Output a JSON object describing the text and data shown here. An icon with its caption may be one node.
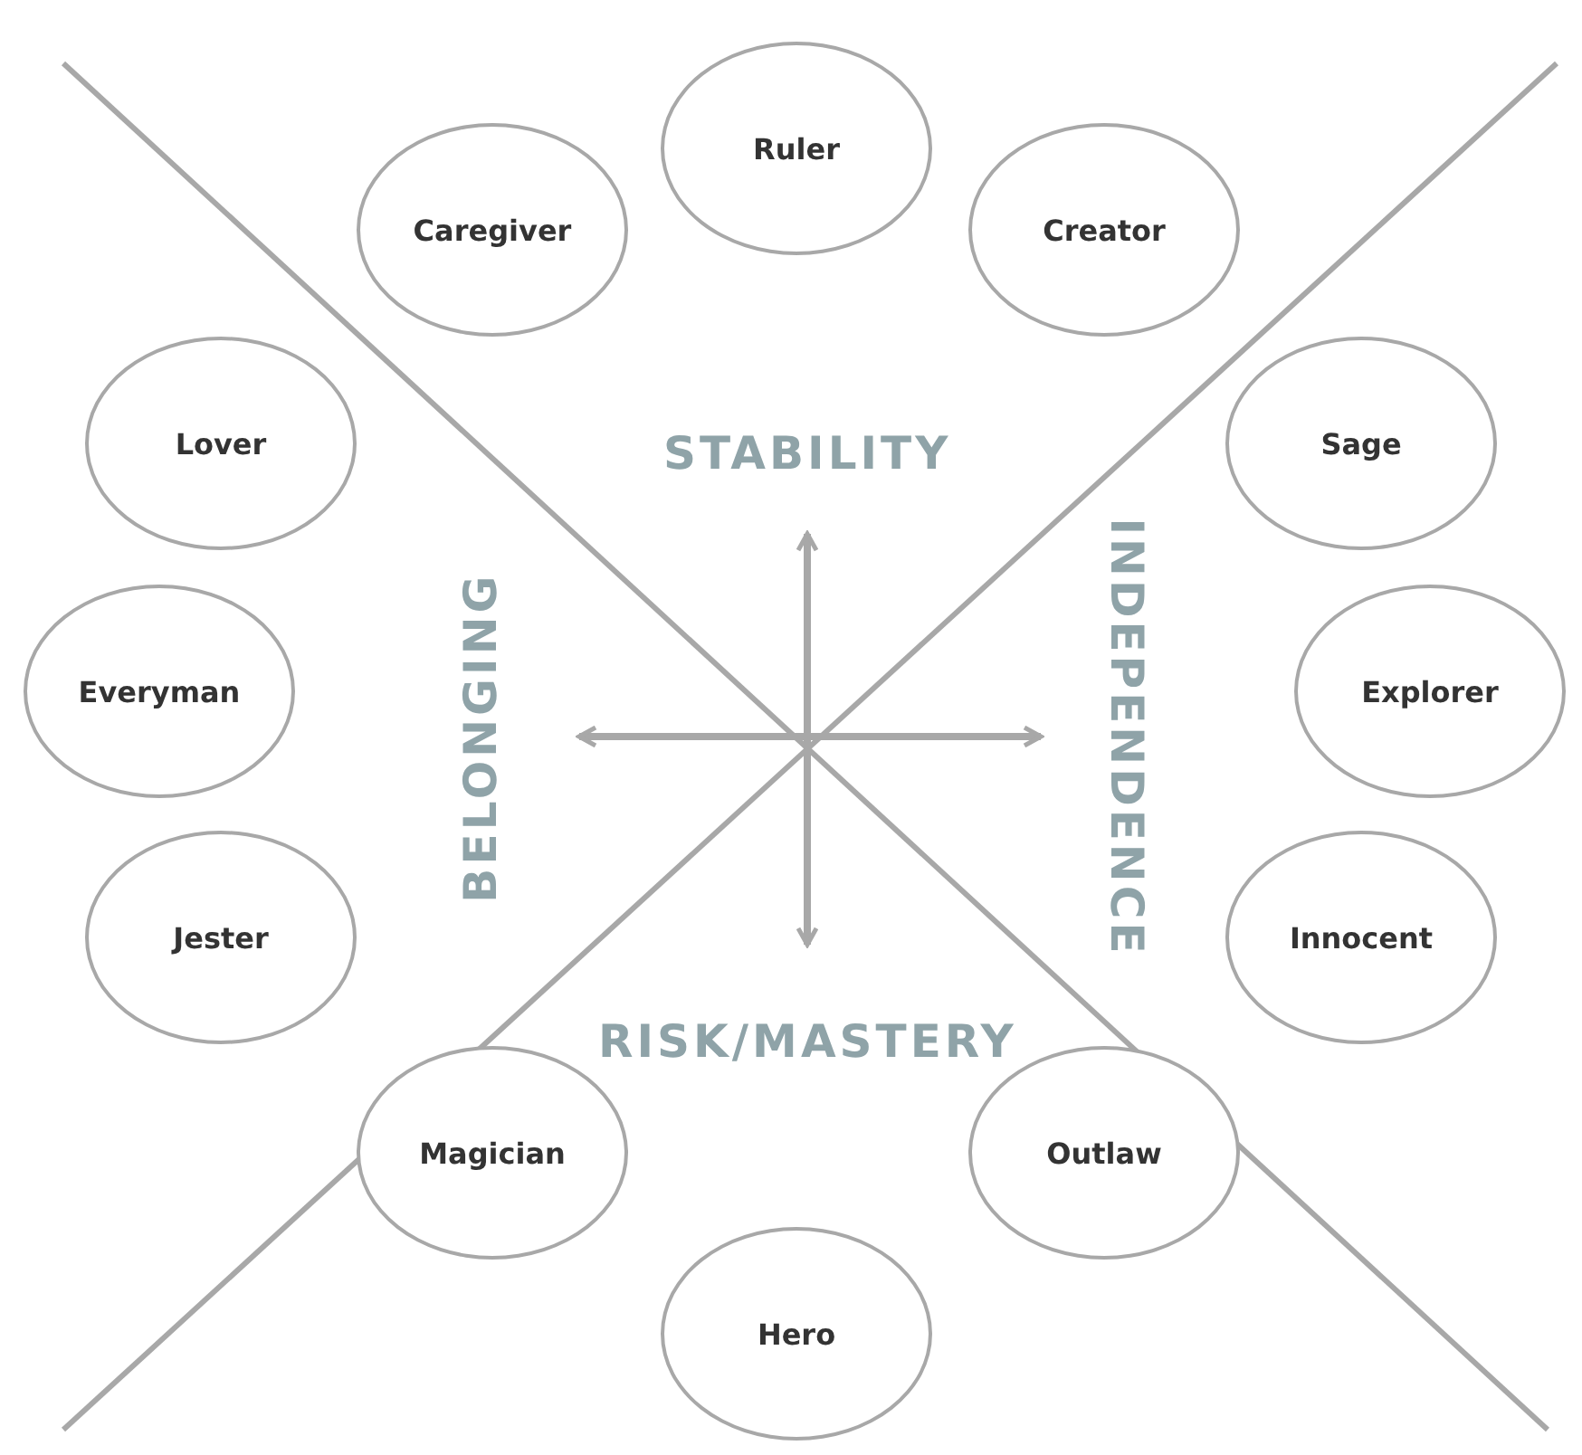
{
  "diagram": {
    "nodes": [
      {
        "text": [
          "Ruler"
        ]
      },
      {
        "text": [
          "Caregiver"
        ]
      },
      {
        "text": [
          "Creator"
        ]
      },
      {
        "text": [
          "Lover"
        ]
      },
      {
        "text": [
          "Sage"
        ]
      },
      {
        "text": [
          "Everyman"
        ]
      },
      {
        "text": [
          "Explorer"
        ]
      },
      {
        "text": [
          "Jester"
        ]
      },
      {
        "text": [
          "Innocent"
        ]
      },
      {
        "text": [
          "Magician"
        ]
      },
      {
        "text": [
          "Outlaw"
        ]
      },
      {
        "text": [
          "Hero"
        ]
      }
    ],
    "labels": [
      "STABILITY",
      "BELONGING",
      "INDEPENDENCE",
      "RISK/MASTERY"
    ]
  }
}
